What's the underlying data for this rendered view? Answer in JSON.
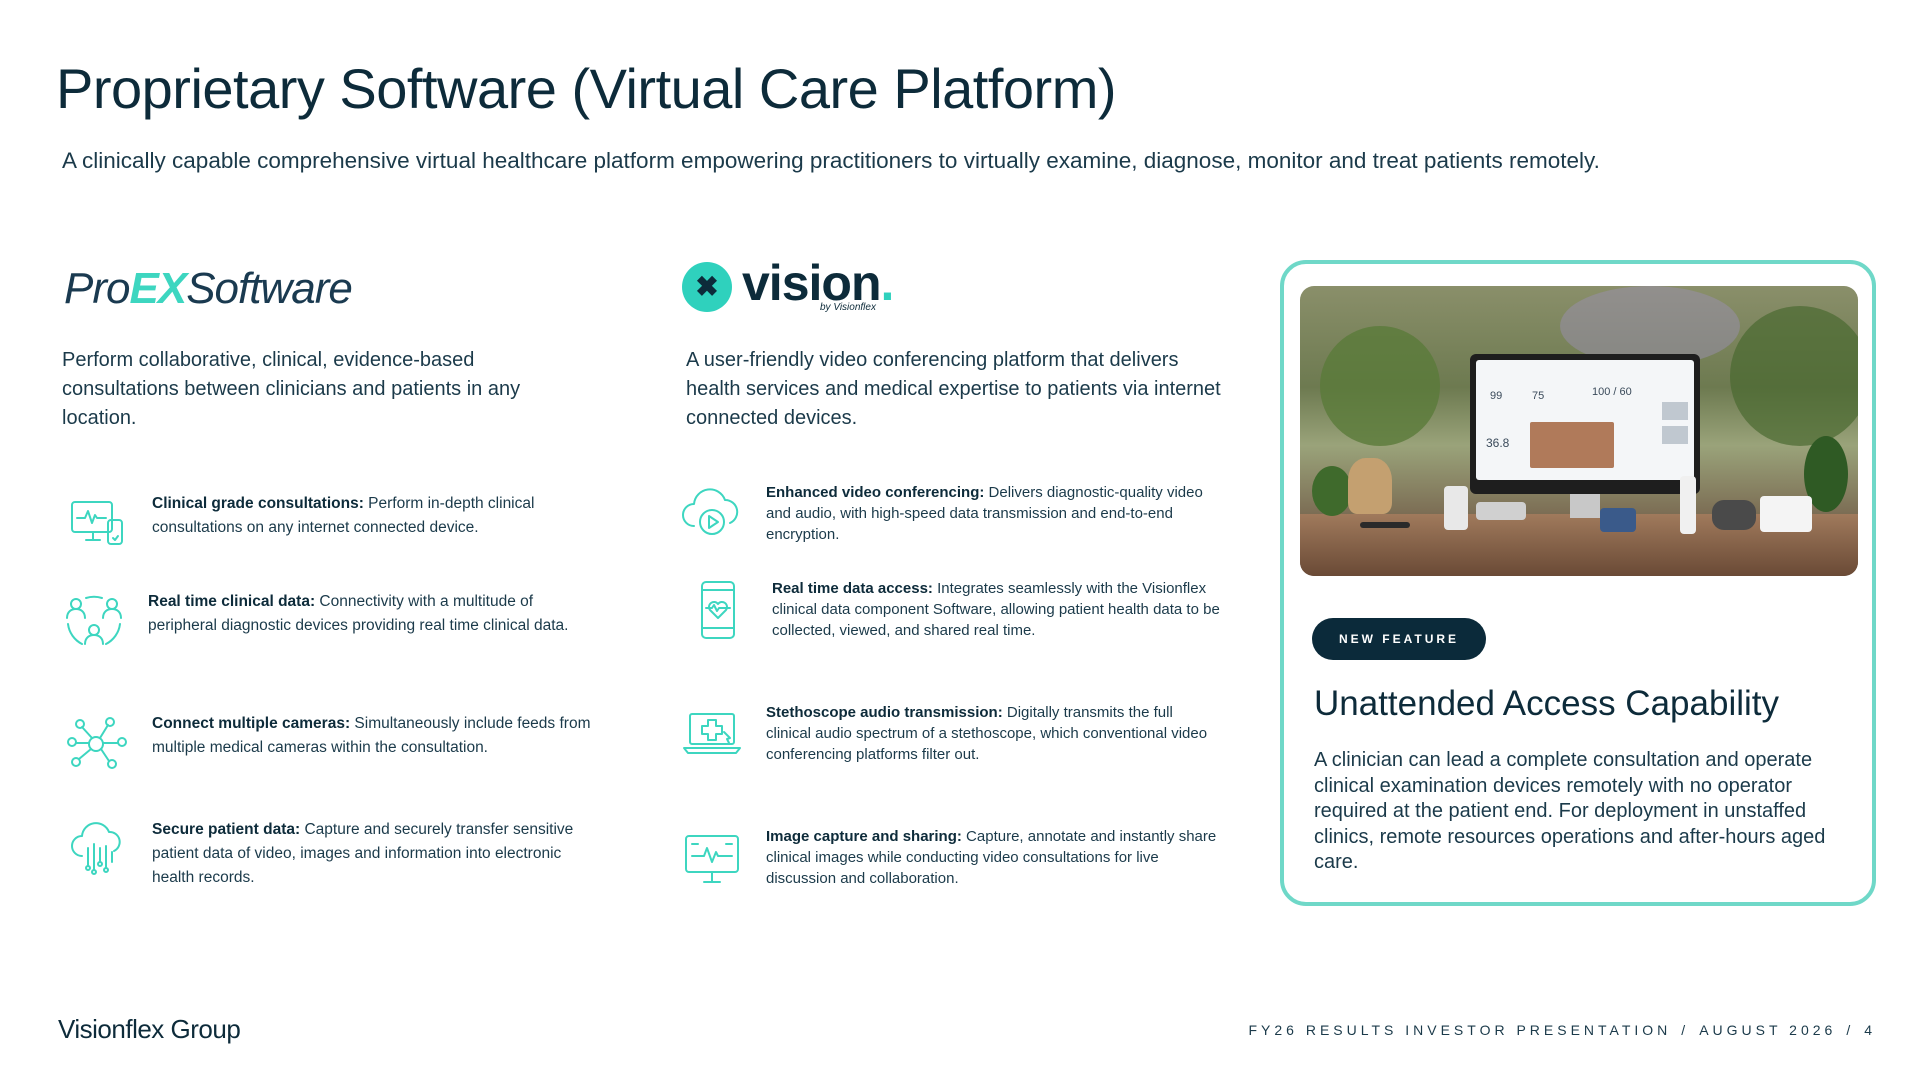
{
  "header": {
    "title": "Proprietary Software (Virtual Care Platform)",
    "subtitle": "A clinically capable comprehensive virtual healthcare platform empowering practitioners to virtually examine, diagnose, monitor and treat patients remotely."
  },
  "proex": {
    "logo_pre": "Pro",
    "logo_ex": "EX",
    "logo_post": "Software",
    "intro": "Perform collaborative, clinical, evidence-based consultations between clinicians and patients in any location.",
    "features": [
      {
        "icon": "monitor-vitals-icon",
        "title": "Clinical grade consultations:",
        "text": " Perform in-depth clinical consultations on any internet connected device."
      },
      {
        "icon": "connected-people-icon",
        "title": "Real time clinical data:",
        "text": " Connectivity with a multitude of peripheral diagnostic devices providing real time clinical data."
      },
      {
        "icon": "network-nodes-icon",
        "title": "Connect multiple cameras:",
        "text": " Simultaneously include feeds from multiple medical cameras within the consultation."
      },
      {
        "icon": "cloud-data-icon",
        "title": "Secure patient data:",
        "text": " Capture and securely transfer sensitive patient data of video, images and information into electronic health records."
      }
    ]
  },
  "vision": {
    "logo_mark": "✖",
    "logo_word": "vision",
    "logo_dot": ".",
    "logo_by": "by Visionflex",
    "intro": "A user-friendly video conferencing platform that delivers health services and medical expertise to patients via internet connected devices.",
    "features": [
      {
        "icon": "cloud-video-icon",
        "title": "Enhanced video conferencing:",
        "text": " Delivers diagnostic-quality video and audio, with high-speed data transmission and end-to-end encryption."
      },
      {
        "icon": "mobile-health-icon",
        "title": "Real time data access:",
        "text": " Integrates seamlessly with the Visionflex clinical data component Software, allowing patient health data to be collected, viewed, and shared real time."
      },
      {
        "icon": "laptop-medical-icon",
        "title": "Stethoscope audio transmission:",
        "text": " Digitally transmits the full clinical audio spectrum of a stethoscope, which conventional video conferencing platforms filter out."
      },
      {
        "icon": "monitor-ecg-icon",
        "title": "Image capture and sharing:",
        "text": " Capture, annotate and instantly share clinical images while conducting video consultations for live discussion and collaboration."
      }
    ]
  },
  "card": {
    "screen_values": [
      "99",
      "75",
      "100 / 60",
      "36.8"
    ],
    "badge": "NEW FEATURE",
    "title": "Unattended Access Capability",
    "text": "A clinician can lead a complete consultation and operate clinical examination devices remotely with no operator required at the patient end. For deployment in unstaffed clinics, remote resources operations and after-hours aged care."
  },
  "footer": {
    "logo": "Visionflex Group",
    "presentation": "FY26 RESULTS INVESTOR PRESENTATION",
    "separator": "/",
    "date": "AUGUST 2026",
    "page": "4"
  },
  "colors": {
    "accent": "#3dd6c0",
    "navy": "#0d2b3a"
  }
}
